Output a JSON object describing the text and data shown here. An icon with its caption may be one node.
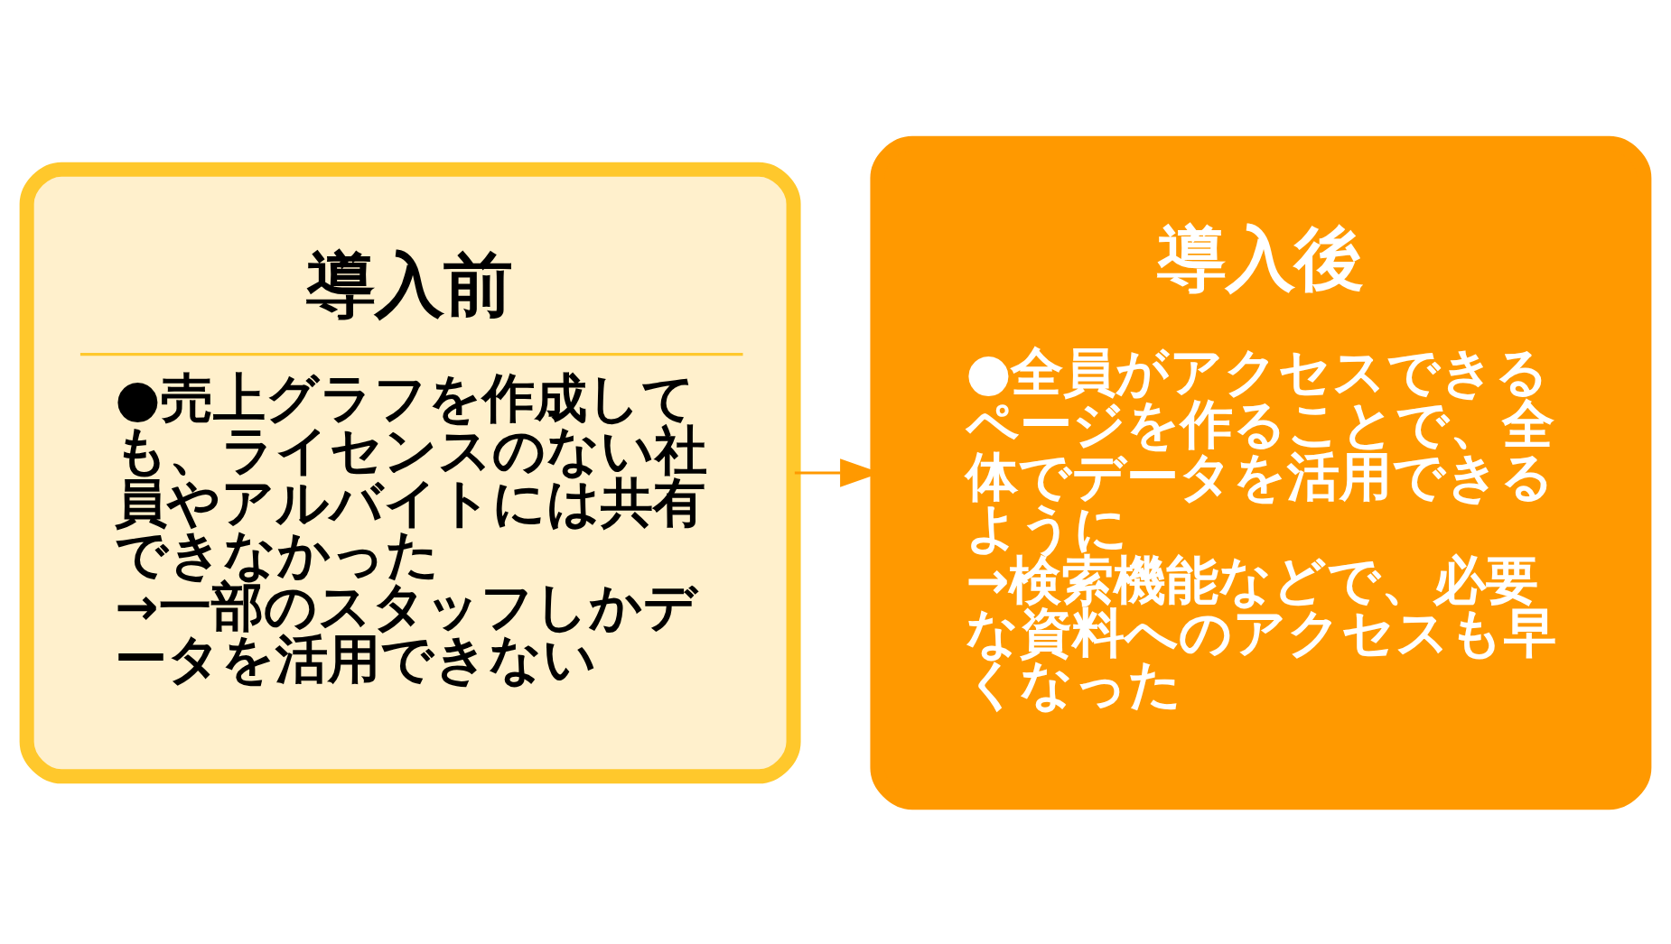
{
  "diagram": {
    "nodes": [
      {
        "text": [
          "導入前",
          "●売上グラフを作成しても、ライセンスのない社員やアルバイトには共有できなかった",
          "→一部のスタッフしかデータを活用できない"
        ]
      },
      {
        "text": [
          "導入後",
          "●全員がアクセスできるページを作ることで、全体でデータを活用できるように",
          "→検索機能などで、必要な資料へのアクセスも早くなった"
        ]
      }
    ],
    "edges": [
      {
        "from": 0,
        "to": 1,
        "arrow": "to"
      }
    ]
  }
}
